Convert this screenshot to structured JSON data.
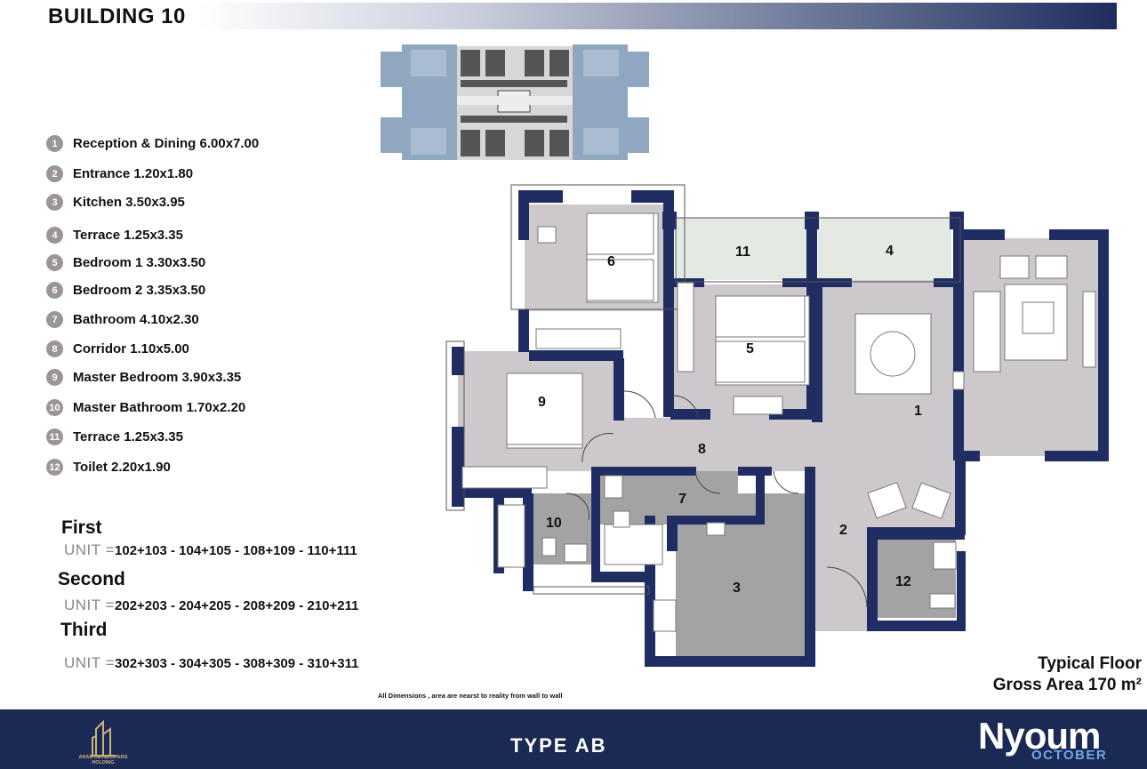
{
  "header": {
    "title": "BUILDING 10"
  },
  "legend": [
    {
      "num": "1",
      "text": "Reception & Dining 6.00x7.00"
    },
    {
      "num": "2",
      "text": "Entrance 1.20x1.80"
    },
    {
      "num": "3",
      "text": "Kitchen 3.50x3.95"
    },
    {
      "num": "4",
      "text": "Terrace 1.25x3.35"
    },
    {
      "num": "5",
      "text": "Bedroom 1 3.30x3.50"
    },
    {
      "num": "6",
      "text": "Bedroom 2 3.35x3.50"
    },
    {
      "num": "7",
      "text": "Bathroom 4.10x2.30"
    },
    {
      "num": "8",
      "text": "Corridor 1.10x5.00"
    },
    {
      "num": "9",
      "text": "Master Bedroom 3.90x3.35"
    },
    {
      "num": "10",
      "text": "Master Bathroom  1.70x2.20"
    },
    {
      "num": "11",
      "text": "Terrace  1.25x3.35"
    },
    {
      "num": "12",
      "text": "Toilet  2.20x1.90"
    }
  ],
  "units": [
    {
      "floor": "First",
      "prefix": "UNIT =",
      "values": "102+103 - 104+105 - 108+109 - 110+111"
    },
    {
      "floor": "Second",
      "prefix": "UNIT =",
      "values": "202+203 - 204+205 - 208+209 - 210+211"
    },
    {
      "floor": "Third",
      "prefix": "UNIT =",
      "values": "302+303 - 304+305 - 308+309 - 310+311"
    }
  ],
  "note": "All Dimensions , area are nearst to reality from wall to wall",
  "typical": {
    "line1": "Typical Floor",
    "line2": "Gross Area 170 m²"
  },
  "plan_labels": {
    "r1": "1",
    "r2": "2",
    "r3": "3",
    "r4": "4",
    "r5": "5",
    "r6": "6",
    "r7": "7",
    "r8": "8",
    "r9": "9",
    "r10": "10",
    "r11": "11",
    "r12": "12"
  },
  "footer": {
    "type": "TYPE   AB",
    "developer": "ARAB DEVELOPERS HOLDING",
    "brand": "Nyoum",
    "brand_sub": "OCTOBER"
  },
  "colors": {
    "navy": "#1b2a54",
    "wall": "#1f2d63",
    "floor_light": "#ccc8cc",
    "floor_dark": "#a3a3a3",
    "terrace": "#e4e9e4",
    "legend_circle": "#9b9498"
  }
}
